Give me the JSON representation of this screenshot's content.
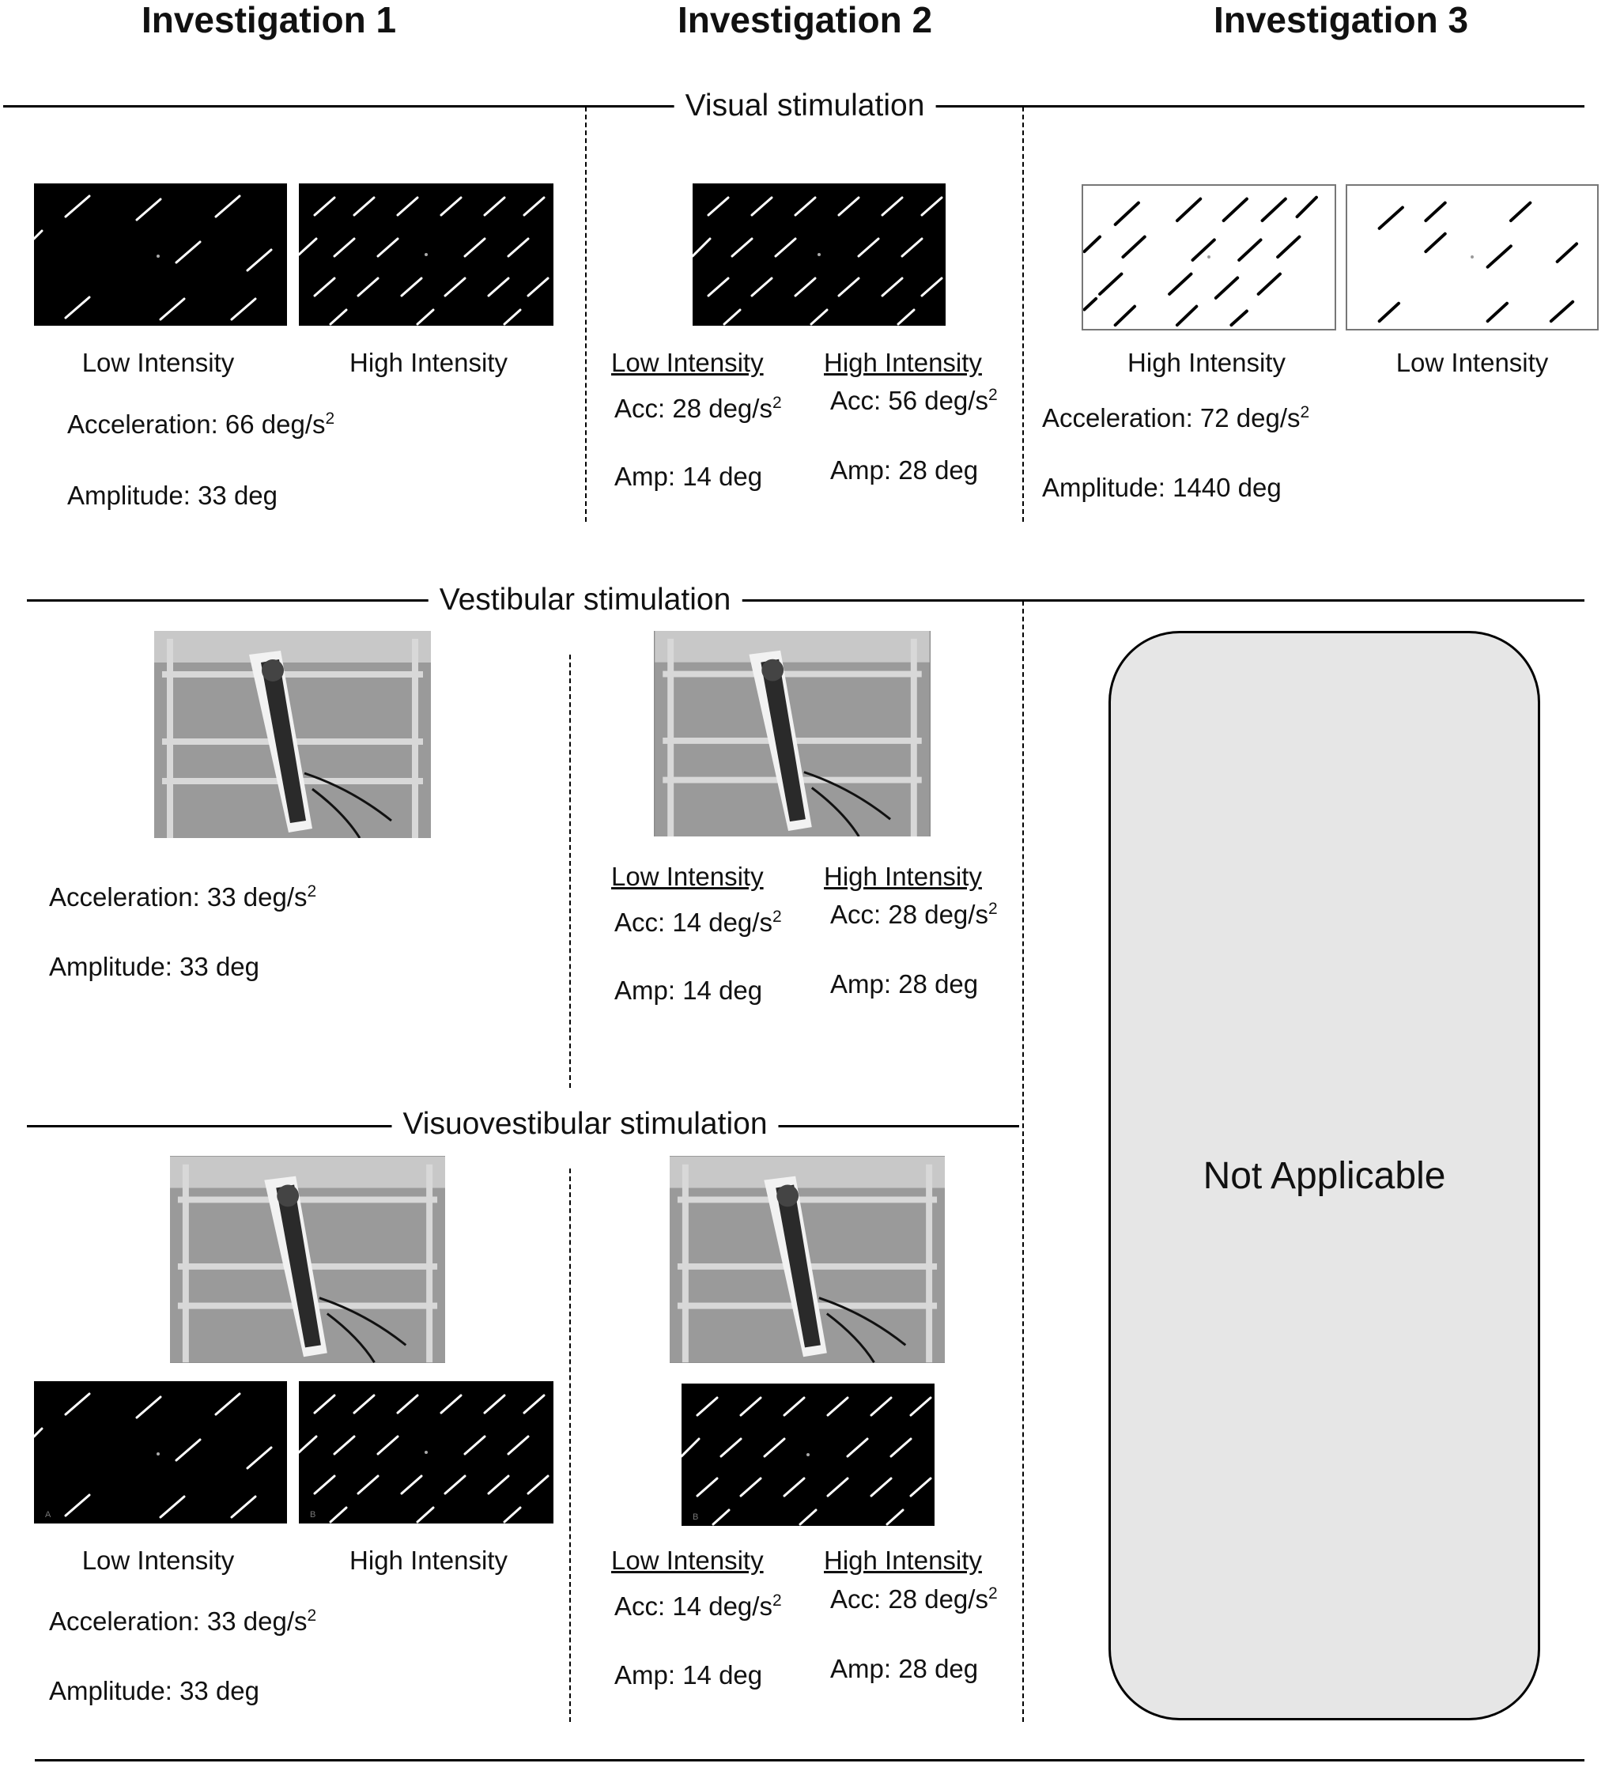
{
  "headers": [
    "Investigation 1",
    "Investigation 2",
    "Investigation 3"
  ],
  "sections": {
    "visual": "Visual stimulation",
    "vestibular": "Vestibular stimulation",
    "visuovestibular": "Visuovestibular stimulation"
  },
  "visual": {
    "inv1": {
      "low": "Low Intensity",
      "high": "High Intensity",
      "acceleration": "Acceleration: 66 deg/s",
      "amplitude": "Amplitude: 33 deg"
    },
    "inv2": {
      "low": "Low Intensity",
      "high": "High Intensity",
      "low_acc": "Acc: 28 deg/s",
      "low_amp": "Amp:  14 deg",
      "high_acc": "Acc: 56 deg/s",
      "high_amp": "Amp:  28 deg"
    },
    "inv3": {
      "high": "High Intensity",
      "low": "Low Intensity",
      "acceleration": "Acceleration: 72 deg/s",
      "amplitude": "Amplitude: 1440 deg"
    }
  },
  "vestibular": {
    "inv1": {
      "acceleration": "Acceleration: 33 deg/s",
      "amplitude": "Amplitude: 33 deg"
    },
    "inv2": {
      "low": "Low Intensity",
      "high": "High Intensity",
      "low_acc": "Acc: 14 deg/s",
      "low_amp": "Amp:  14 deg",
      "high_acc": "Acc: 28 deg/s",
      "high_amp": "Amp:  28 deg"
    }
  },
  "visuovestibular": {
    "inv1": {
      "low": "Low Intensity",
      "high": "High Intensity",
      "acceleration": "Acceleration: 33 deg/s",
      "amplitude": "Amplitude: 33 deg"
    },
    "inv2": {
      "low": "Low Intensity",
      "high": "High Intensity",
      "low_acc": "Acc: 14 deg/s",
      "low_amp": "Amp:  14 deg",
      "high_acc": "Acc: 28 deg/s",
      "high_amp": "Amp:  28 deg"
    }
  },
  "superscript": "2",
  "panel_letters": [
    "A",
    "B",
    "B"
  ],
  "not_applicable": "Not Applicable"
}
